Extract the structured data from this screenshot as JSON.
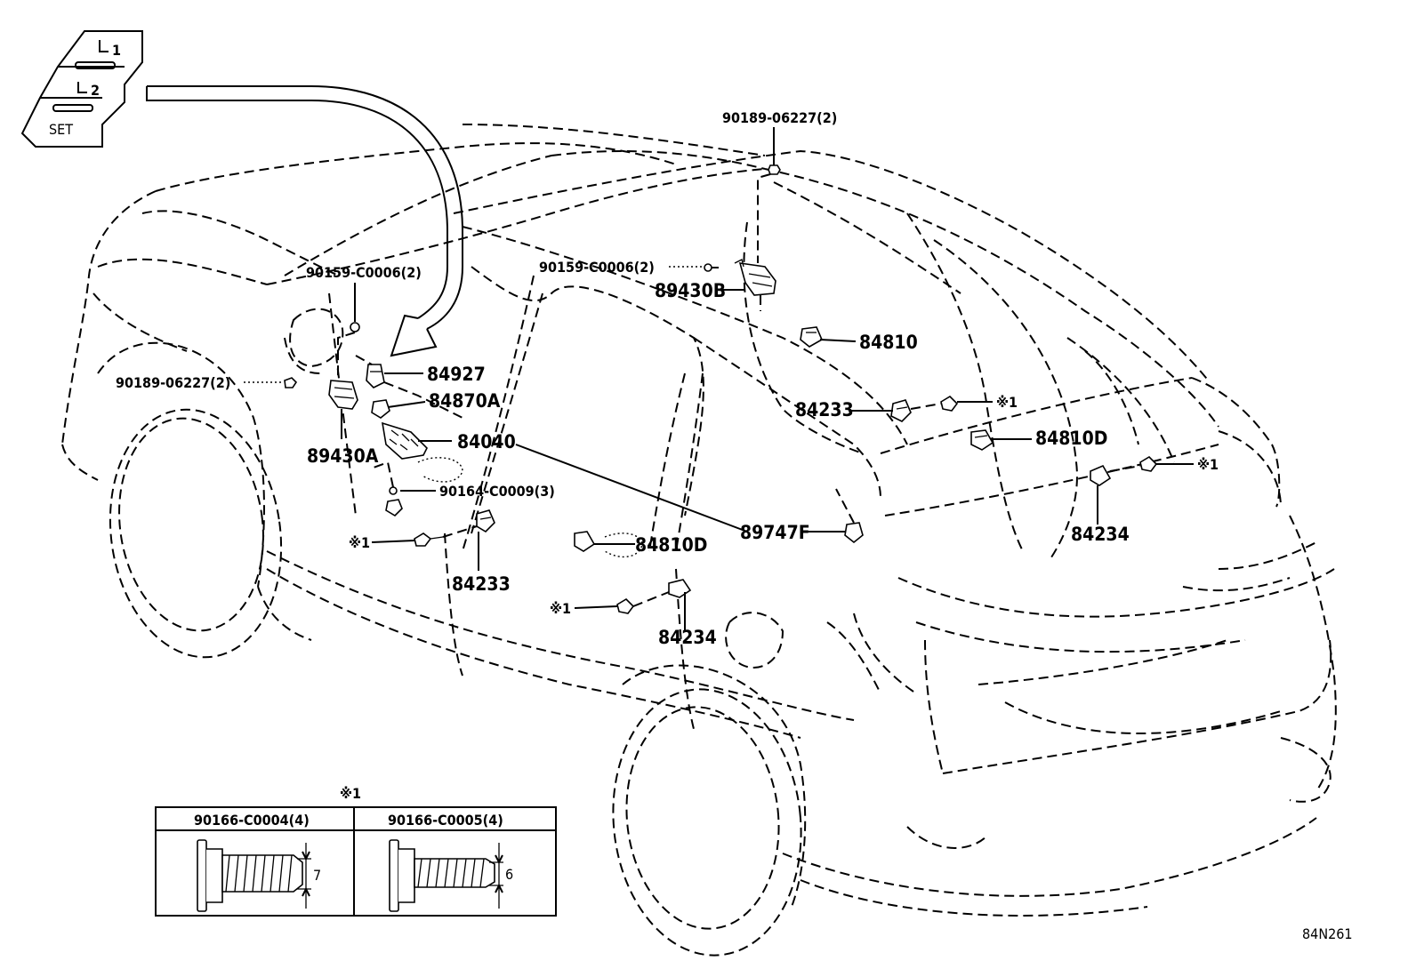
{
  "diagram_code": "84N261",
  "switch_panel": {
    "button_1": "1",
    "button_2": "2",
    "set_label": "SET"
  },
  "labels": {
    "p90189_06227_top": "90189-06227(2)",
    "p90159_c0006_right": "90159-C0006(2)",
    "p89430b": "89430B",
    "p84810": "84810",
    "p90159_c0006_left": "90159-C0006(2)",
    "p90189_06227_left": "90189-06227(2)",
    "p84927": "84927",
    "p84870a": "84870A",
    "p84040": "84040",
    "p89430a": "89430A",
    "p90164_c0009": "90164-C0009(3)",
    "p84233_left": "84233",
    "p84233_right": "84233",
    "p84810d_right": "84810D",
    "p84810d_center": "84810D",
    "p89747f": "89747F",
    "p84234_right": "84234",
    "p84234_center": "84234",
    "ref_mark_left": "※1",
    "ref_mark_center": "※1",
    "ref_mark_right_top": "※1",
    "ref_mark_right": "※1"
  },
  "legend": {
    "mark": "※1",
    "col1_header": "90166-C0004(4)",
    "col2_header": "90166-C0005(4)",
    "col1_dimension": "7",
    "col2_dimension": "6"
  }
}
